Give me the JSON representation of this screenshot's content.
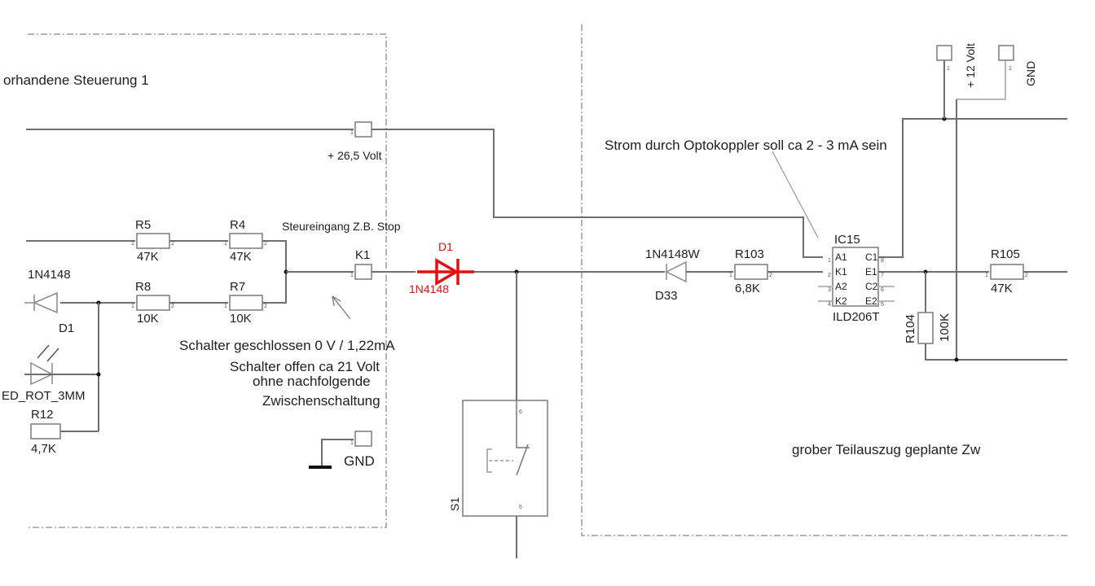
{
  "sections": {
    "left_title": "orhandene Steuerung 1",
    "right_title": "grober Teilauszug geplante Zw"
  },
  "colors": {
    "wire": "#6f6f6f",
    "highlight": "#e01010",
    "text": "#1e1e1e"
  },
  "terminals": {
    "supply_26": "+ 26,5 Volt",
    "k1": "K1",
    "k1_note": "Steureingang Z.B. Stop",
    "gnd_left": "GND",
    "plus12": "+ 12 Volt",
    "gnd_right": "GND"
  },
  "resistors": [
    {
      "ref": "R5",
      "value": "47K"
    },
    {
      "ref": "R4",
      "value": "47K"
    },
    {
      "ref": "R8",
      "value": "10K"
    },
    {
      "ref": "R7",
      "value": "10K"
    },
    {
      "ref": "R12",
      "value": "4,7K"
    },
    {
      "ref": "R103",
      "value": "6,8K"
    },
    {
      "ref": "R105",
      "value": "47K"
    },
    {
      "ref": "R104",
      "value": "100K"
    }
  ],
  "diodes": {
    "left": {
      "ref": "D1",
      "part": "1N4148"
    },
    "led": {
      "part": "ED_ROT_3MM"
    },
    "red": {
      "ref": "D1",
      "part": "1N4148"
    },
    "d33": {
      "ref": "D33",
      "part": "1N4148W"
    }
  },
  "ic": {
    "ref": "IC15",
    "part": "ILD206T",
    "pins_left": [
      "A1",
      "K1",
      "A2",
      "K2"
    ],
    "pins_right": [
      "C1",
      "E1",
      "C2",
      "E2"
    ],
    "pin_nums_left": [
      "1",
      "2",
      "3",
      "4"
    ],
    "pin_nums_right": [
      "8",
      "7",
      "6",
      "5"
    ]
  },
  "switch": {
    "ref": "S1",
    "pin_top": "6",
    "pin_bottom": "5"
  },
  "annotations": {
    "closed": "Schalter geschlossen 0 V / 1,22mA",
    "open1": "Schalter offen ca 21 Volt",
    "open2": "ohne nachfolgende",
    "open3": "Zwischenschaltung",
    "opto": "Strom durch Optokoppler soll ca 2 - 3 mA sein"
  },
  "pin_labels": {
    "one": "1",
    "two": "2"
  }
}
